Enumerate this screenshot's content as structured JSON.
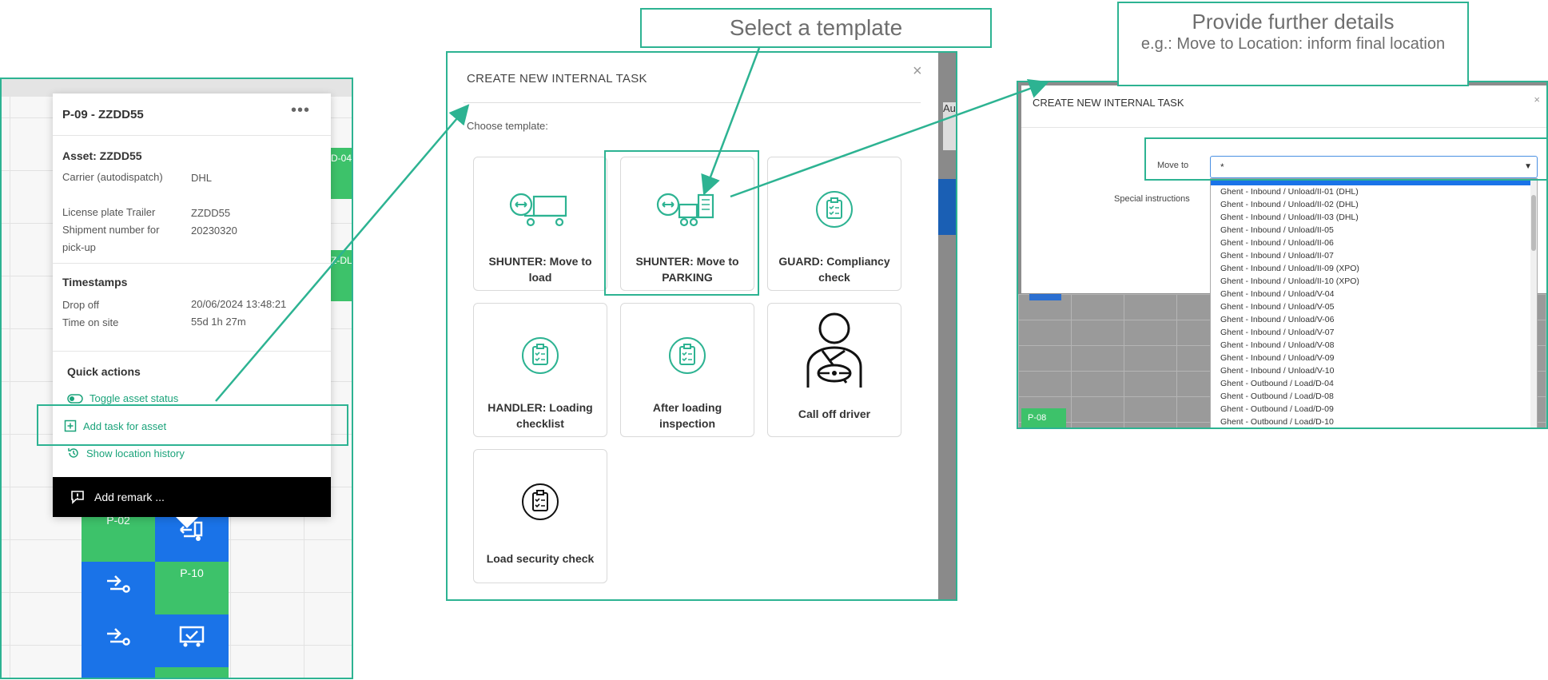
{
  "colors": {
    "accent": "#2db392",
    "green_cell": "#3dc26a",
    "blue_cell": "#1a73e8",
    "link": "#1aa37a"
  },
  "callouts": {
    "select_template": "Select a template",
    "further_title": "Provide further details",
    "further_sub": "e.g.: Move to Location: inform final location"
  },
  "asset_popup": {
    "title": "P-09 - ZZDD55",
    "menu_icon": "more-dots-icon",
    "asset_heading": "Asset: ZZDD55",
    "fields": [
      {
        "label": "Carrier (autodispatch)",
        "value": "DHL"
      },
      {
        "label": "License plate Trailer",
        "value": "ZZDD55"
      },
      {
        "label": "Shipment number for pick-up",
        "value": "20230320"
      }
    ],
    "timestamps_heading": "Timestamps",
    "timestamps": [
      {
        "label": "Drop off",
        "value": "20/06/2024 13:48:21"
      },
      {
        "label": "Time on site",
        "value": "55d 1h 27m"
      }
    ],
    "quick_actions_heading": "Quick actions",
    "actions": [
      {
        "label": "Toggle asset status",
        "icon": "toggle-icon"
      },
      {
        "label": "Add task for asset",
        "icon": "plus-square-icon"
      },
      {
        "label": "Show location history",
        "icon": "history-icon"
      }
    ],
    "remark_placeholder": "Add remark ..."
  },
  "left_grid": {
    "labels": {
      "p02": "P-02",
      "p10": "P-10",
      "d04": "D-04",
      "dl": "Z-DL"
    }
  },
  "create_task": {
    "title": "CREATE NEW INTERNAL TASK",
    "choose_label": "Choose template:",
    "strip_label": "Au",
    "templates": [
      {
        "label": "SHUNTER: Move to load",
        "icon": "trailer-move-icon"
      },
      {
        "label": "SHUNTER: Move to PARKING",
        "icon": "truck-move-icon"
      },
      {
        "label": "GUARD: Compliancy check",
        "icon": "clipboard-check-icon"
      },
      {
        "label": "HANDLER: Loading checklist",
        "icon": "clipboard-check-icon"
      },
      {
        "label": "After loading inspection",
        "icon": "clipboard-check-icon"
      },
      {
        "label": "Call off driver",
        "icon": "driver-icon"
      },
      {
        "label": "Load security check",
        "icon": "clipboard-check-icon"
      }
    ]
  },
  "details_dialog": {
    "title": "CREATE NEW INTERNAL TASK",
    "move_to_label": "Move to",
    "move_to_value": "*",
    "special_instructions_label": "Special instructions",
    "options": [
      "Ghent - Inbound / Unload/II-01 (DHL)",
      "Ghent - Inbound / Unload/II-02 (DHL)",
      "Ghent - Inbound / Unload/II-03 (DHL)",
      "Ghent - Inbound / Unload/II-05",
      "Ghent - Inbound / Unload/II-06",
      "Ghent - Inbound / Unload/II-07",
      "Ghent - Inbound / Unload/II-09 (XPO)",
      "Ghent - Inbound / Unload/II-10 (XPO)",
      "Ghent - Inbound / Unload/V-04",
      "Ghent - Inbound / Unload/V-05",
      "Ghent - Inbound / Unload/V-06",
      "Ghent - Inbound / Unload/V-07",
      "Ghent - Inbound / Unload/V-08",
      "Ghent - Inbound / Unload/V-09",
      "Ghent - Inbound / Unload/V-10",
      "Ghent - Outbound / Load/D-04",
      "Ghent - Outbound / Load/D-08",
      "Ghent - Outbound / Load/D-09",
      "Ghent - Outbound / Load/D-10"
    ],
    "bg_label": "P-08"
  }
}
